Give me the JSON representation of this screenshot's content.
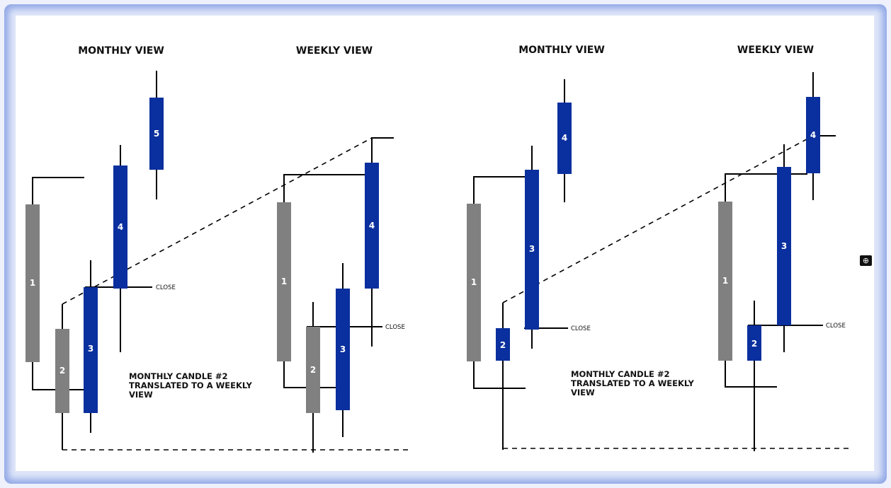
{
  "panels": [
    {
      "monthly_title": "MONTHLY VIEW",
      "weekly_title": "WEEKLY VIEW",
      "caption": [
        "MONTHLY CANDLE #2",
        "TRANSLATED TO A WEEKLY",
        "VIEW"
      ],
      "close_label": "CLOSE",
      "monthly_candles": [
        "1",
        "2",
        "3",
        "4",
        "5"
      ],
      "weekly_candles": [
        "1",
        "2",
        "3",
        "4"
      ]
    },
    {
      "monthly_title": "MONTHLY VIEW",
      "weekly_title": "WEEKLY VIEW",
      "caption": [
        "MONTHLY CANDLE #2",
        "TRANSLATED TO A WEEKLY",
        "VIEW"
      ],
      "close_label": "CLOSE",
      "monthly_candles": [
        "1",
        "2",
        "3",
        "4"
      ],
      "weekly_candles": [
        "1",
        "2",
        "3",
        "4"
      ]
    }
  ],
  "colors": {
    "bear": "#808080",
    "bull": "#0a2f9e",
    "line": "#000000"
  },
  "zoom_icon": "zoom-in-icon"
}
